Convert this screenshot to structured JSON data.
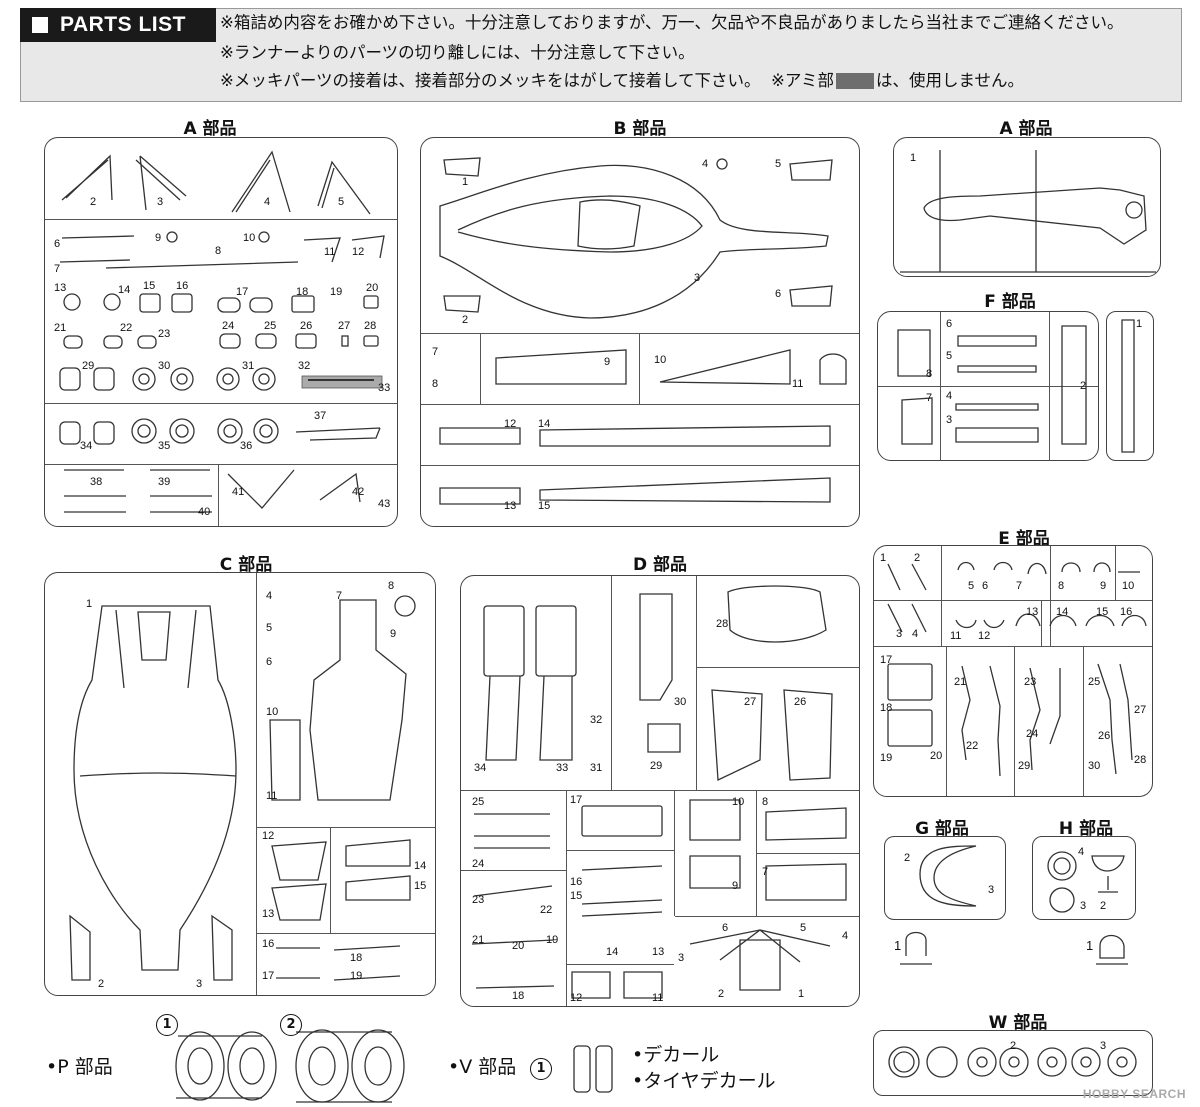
{
  "header": {
    "title": "PARTS LIST",
    "notes": [
      "※箱詰め内容をお確かめ下さい。十分注意しておりますが、万一、欠品や不良品がありましたら当社までご連絡ください。",
      "※ランナーよりのパーツの切り離しには、十分注意して下さい。",
      "※メッキパーツの接着は、接着部分のメッキをはがして接着して下さい。"
    ],
    "mesh_note_prefix": "※アミ部",
    "mesh_note_suffix": "は、使用しません。"
  },
  "sections": {
    "A1": "A 部品",
    "B": "B 部品",
    "A2": "A 部品",
    "F": "F 部品",
    "C": "C 部品",
    "D": "D 部品",
    "E": "E 部品",
    "G": "G 部品",
    "H": "H 部品",
    "W": "W 部品"
  },
  "bottom": {
    "p_label": "•P 部品",
    "tire1": "1",
    "tire2": "2",
    "v_label": "•V 部品",
    "v_item": "1",
    "decal": "•デカール",
    "tire_decal": "•タイヤデカール",
    "g_loose": "1",
    "h_loose": "1"
  },
  "watermark": "HOBBY SEARCH"
}
